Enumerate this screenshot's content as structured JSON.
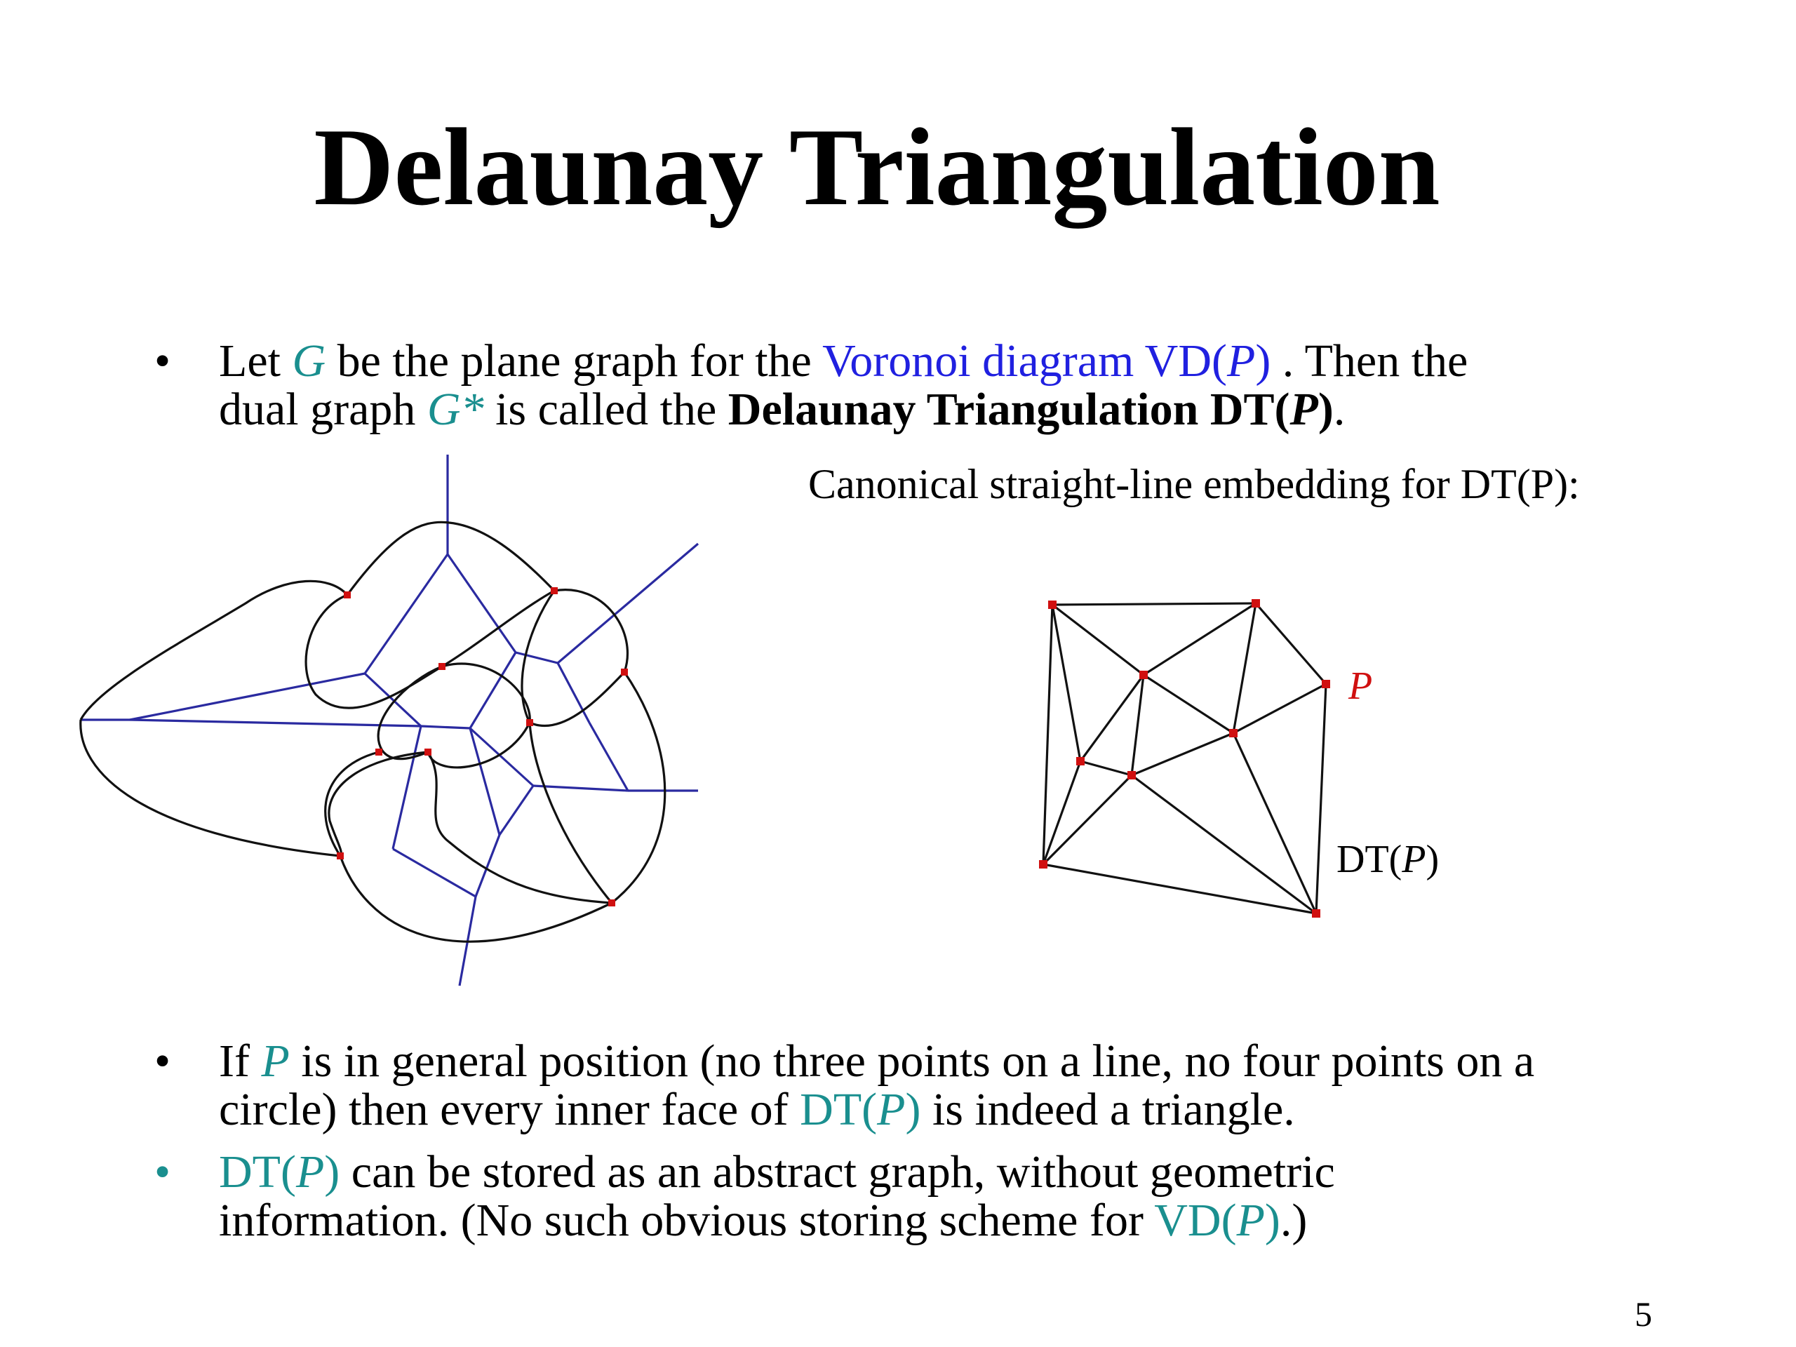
{
  "slide": {
    "title": "Delaunay Triangulation",
    "page_number": "5",
    "bullet_char": "•"
  },
  "bullet1": {
    "t1": "Let ",
    "g": "G",
    "t2": " be the plane graph for the ",
    "voronoi": "Voronoi diagram VD(",
    "p": "P",
    "close": ")",
    "t3": " . Then the",
    "t4": "dual graph ",
    "gstar": "G*",
    "t5": " is called the ",
    "bold_dt": "Delaunay Triangulation DT(",
    "bold_p": "P",
    "bold_close": ")",
    "period": "."
  },
  "figure": {
    "caption": "Canonical straight-line embedding for DT(P):",
    "label_p": "P",
    "label_dt_pre": "DT(",
    "label_dt_p": "P",
    "label_dt_post": ")",
    "colors": {
      "voronoi_edges": "#2a2aa0",
      "dual_edges": "#111111",
      "sites": "#d01010",
      "accent_teal": "#1a8f8f",
      "accent_blue": "#2020e0"
    }
  },
  "bullet2": {
    "t1": "If ",
    "p": "P",
    "t2": " is in general position (no three points on a line, no four points on a",
    "t3": "circle) then every inner face of ",
    "dt": "DT(",
    "dt_p": "P",
    "dt_close": ")",
    "t4": " is indeed a triangle."
  },
  "bullet3": {
    "dt": "DT(",
    "dt_p": "P",
    "dt_close": ")",
    "t1": " can be stored as an abstract graph, without geometric",
    "t2": "information. (No such obvious storing scheme for ",
    "vd": "VD(",
    "vd_p": "P",
    "vd_close": ")",
    "t3": ".)"
  }
}
